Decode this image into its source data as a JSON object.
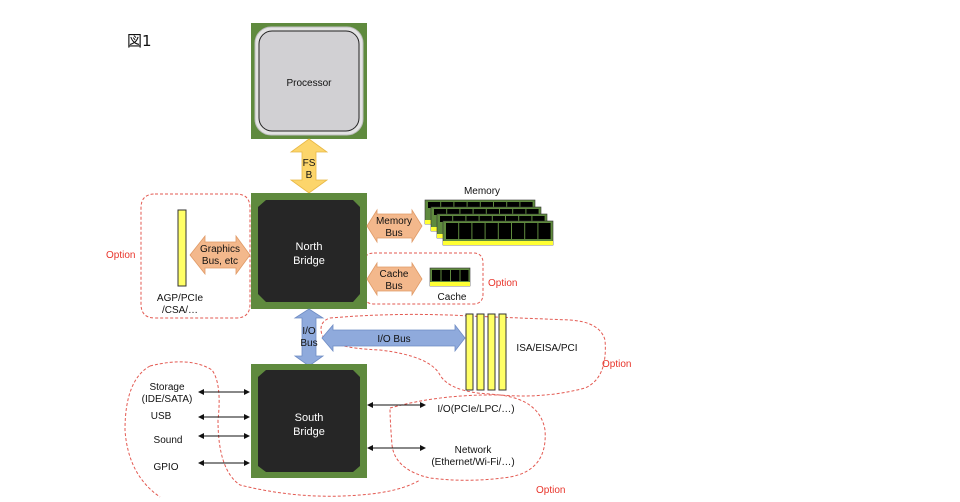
{
  "figure_title": "図1",
  "colors": {
    "chip_green": "#5f8a3e",
    "chip_dark": "#262626",
    "processor_gray": "#d1d0d3",
    "fsb_yellow": "#fcd56b",
    "bus_orange": "#f3b88c",
    "io_blue": "#8faadc",
    "slot_yellow": "#ffff66",
    "option_red": "#e8352b"
  },
  "components": {
    "processor": "Processor",
    "north_bridge": [
      "North",
      "Bridge"
    ],
    "south_bridge": [
      "South",
      "Bridge"
    ],
    "memory": "Memory",
    "cache": "Cache",
    "graphics_slot": [
      "AGP/PCIe",
      "/CSA/…"
    ],
    "expansion_slots": "ISA/EISA/PCI"
  },
  "buses": {
    "fsb": [
      "FS",
      "B"
    ],
    "graphics": [
      "Graphics",
      "Bus, etc"
    ],
    "memory": [
      "Memory",
      "Bus"
    ],
    "cache": [
      "Cache",
      "Bus"
    ],
    "io_vertical": [
      "I/O",
      "Bus"
    ],
    "io_horizontal": "I/O Bus"
  },
  "south_left": {
    "storage": [
      "Storage",
      "(IDE/SATA)"
    ],
    "usb": "USB",
    "sound": "Sound",
    "gpio": "GPIO"
  },
  "south_right": {
    "io": "I/O(PCIe/LPC/…)",
    "network": [
      "Network",
      "(Ethernet/Wi-Fi/…)"
    ]
  },
  "option_label": "Option"
}
